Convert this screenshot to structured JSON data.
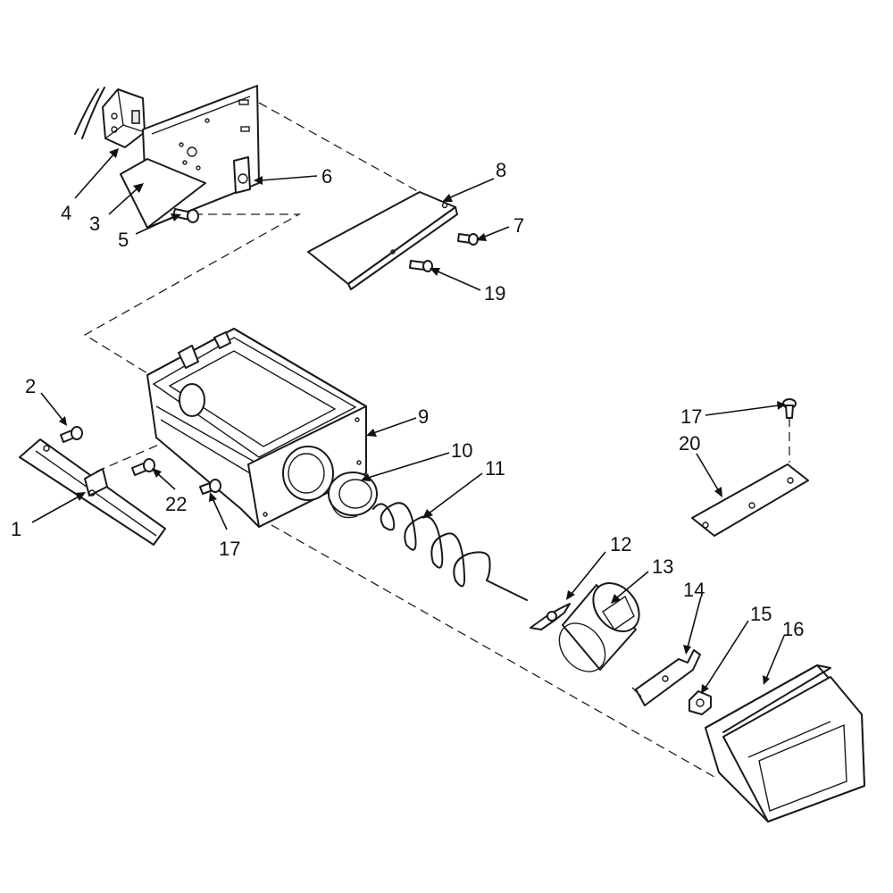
{
  "callouts": [
    {
      "id": "c1",
      "label": "1"
    },
    {
      "id": "c2",
      "label": "2"
    },
    {
      "id": "c3",
      "label": "3"
    },
    {
      "id": "c4",
      "label": "4"
    },
    {
      "id": "c5",
      "label": "5"
    },
    {
      "id": "c6",
      "label": "6"
    },
    {
      "id": "c7",
      "label": "7"
    },
    {
      "id": "c8",
      "label": "8"
    },
    {
      "id": "c9",
      "label": "9"
    },
    {
      "id": "c10",
      "label": "10"
    },
    {
      "id": "c11",
      "label": "11"
    },
    {
      "id": "c12",
      "label": "12"
    },
    {
      "id": "c13",
      "label": "13"
    },
    {
      "id": "c14",
      "label": "14"
    },
    {
      "id": "c15",
      "label": "15"
    },
    {
      "id": "c16",
      "label": "16"
    },
    {
      "id": "c17a",
      "label": "17"
    },
    {
      "id": "c17b",
      "label": "17"
    },
    {
      "id": "c19",
      "label": "19"
    },
    {
      "id": "c20",
      "label": "20"
    },
    {
      "id": "c22",
      "label": "22"
    }
  ]
}
